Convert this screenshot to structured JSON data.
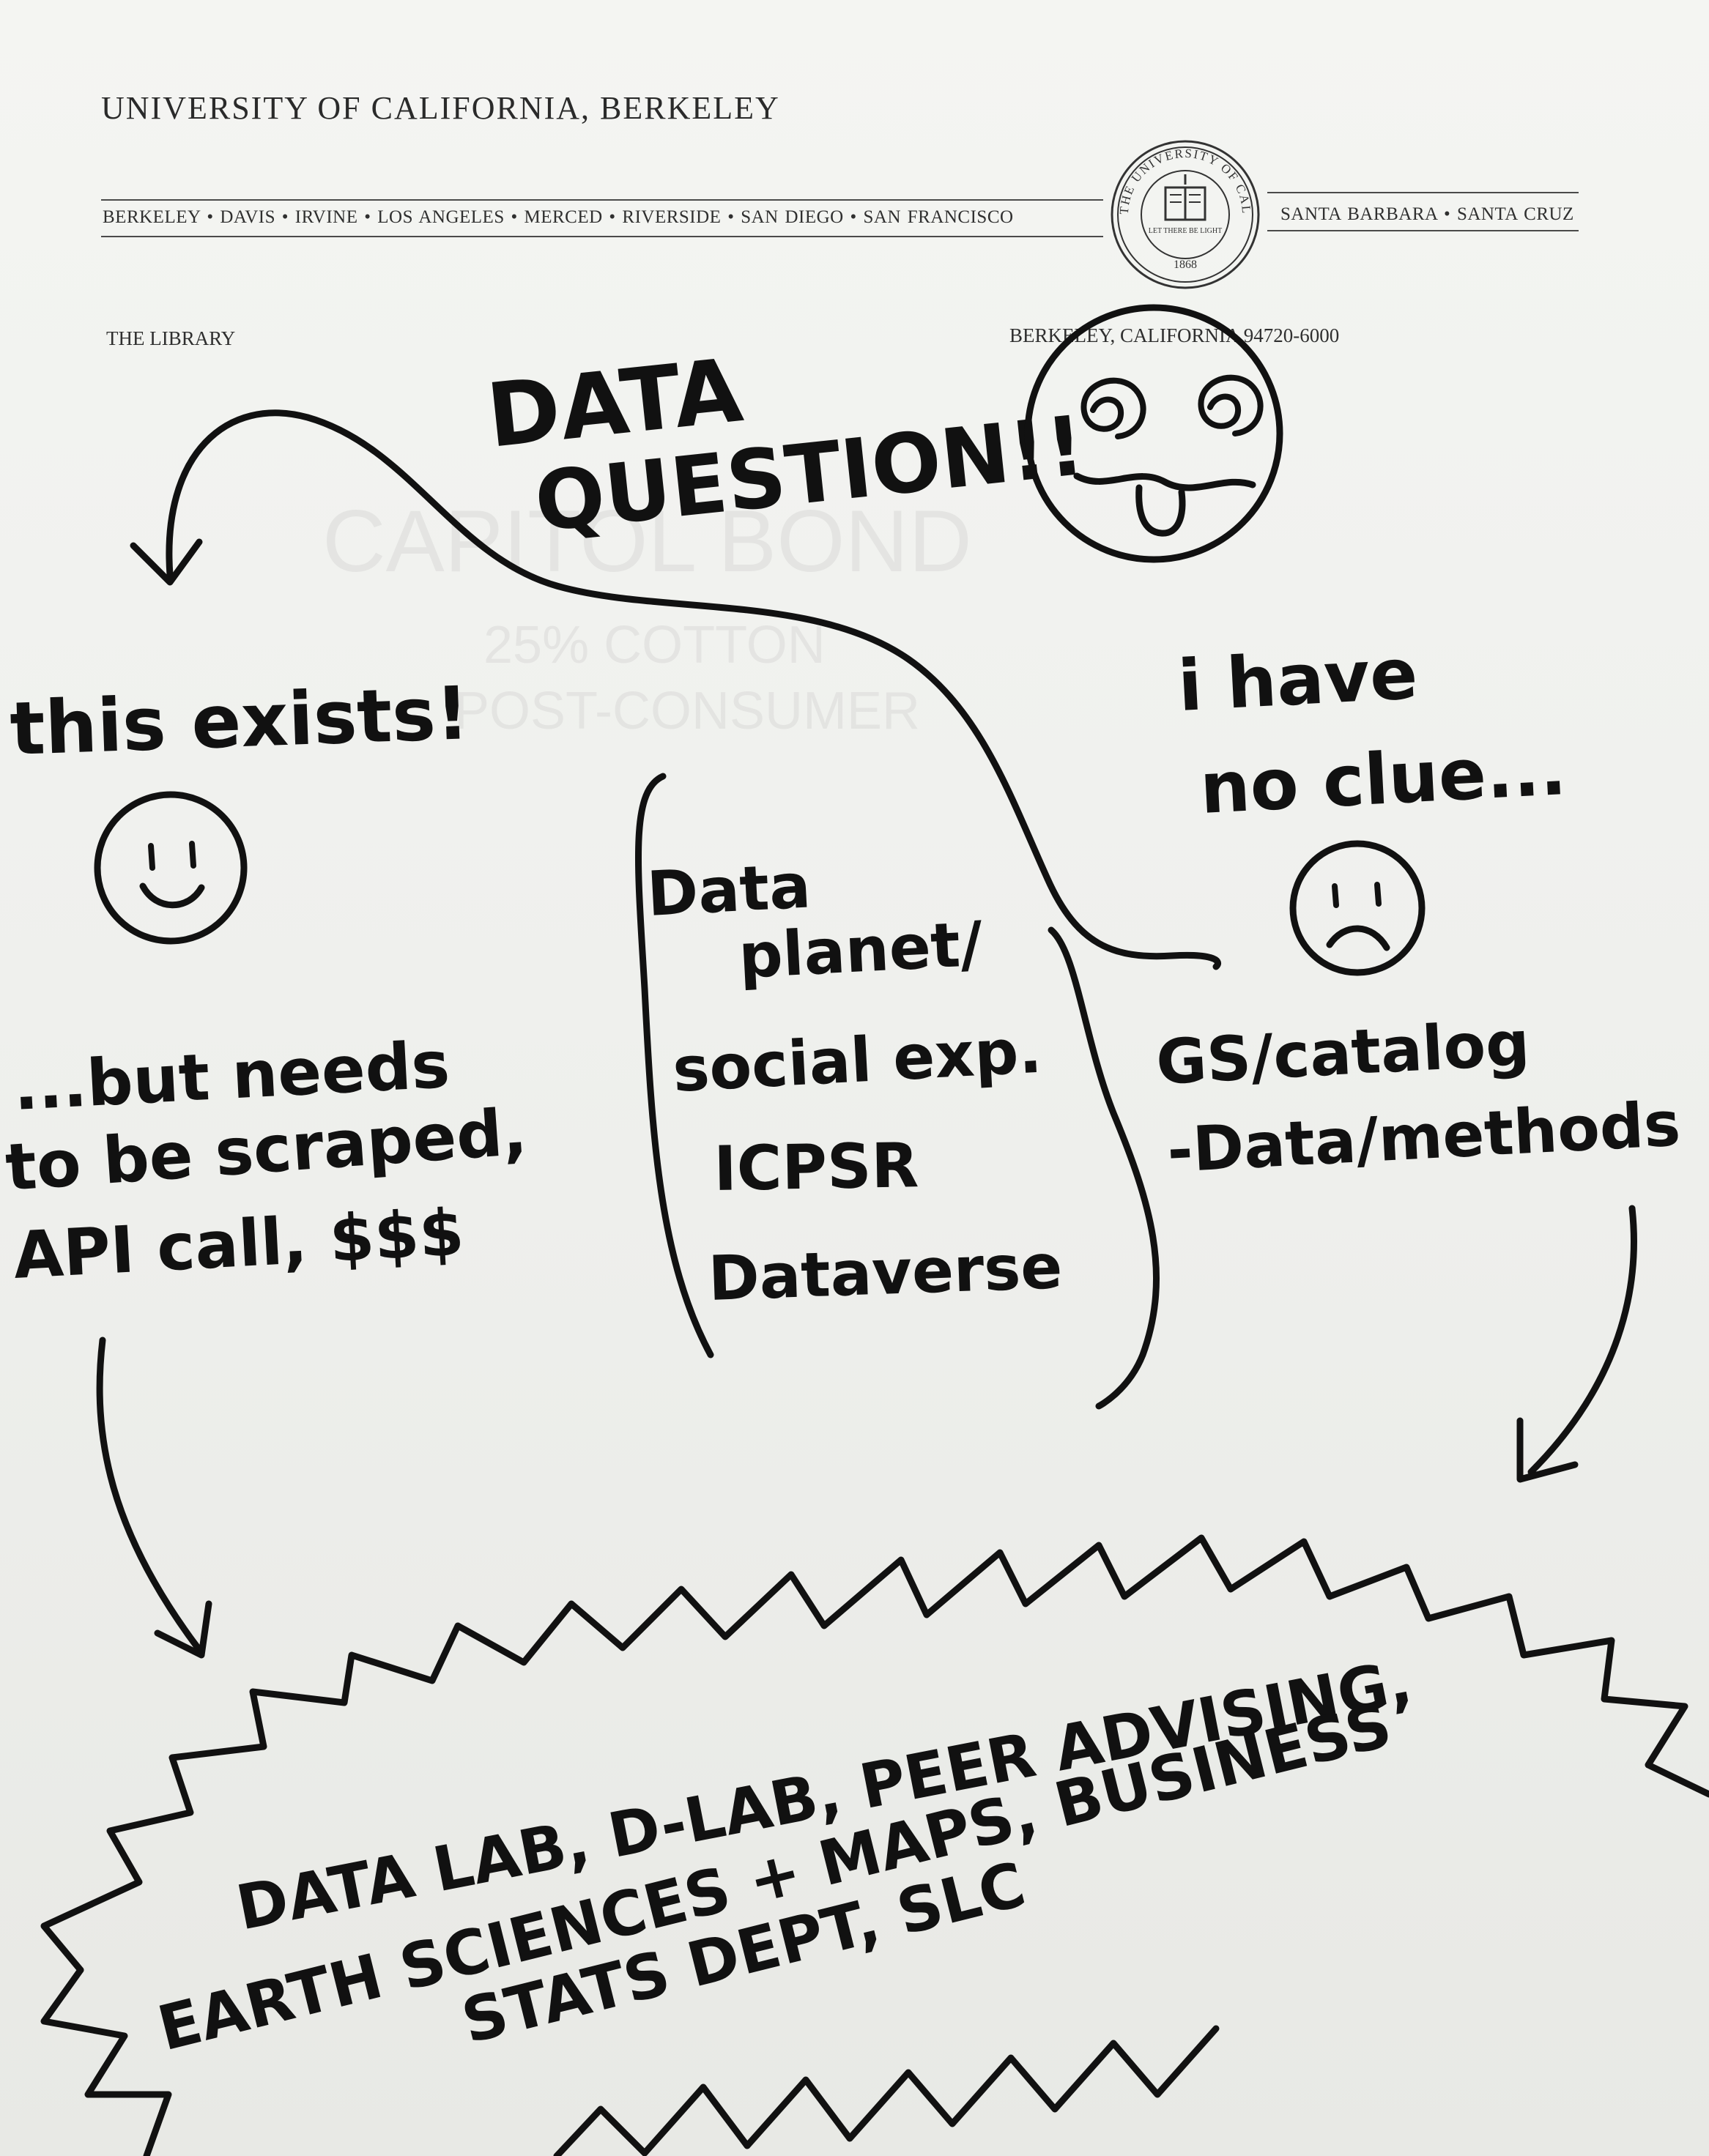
{
  "letterhead": {
    "university": "UNIVERSITY OF CALIFORNIA, BERKELEY",
    "campuses_left": "BERKELEY • DAVIS • IRVINE • LOS ANGELES • MERCED • RIVERSIDE • SAN DIEGO • SAN FRANCISCO",
    "campuses_right": "SANTA BARBARA • SANTA CRUZ",
    "department": "THE LIBRARY",
    "address": "BERKELEY, CALIFORNIA 94720-6000",
    "seal_text": "THE UNIVERSITY OF CALIFORNIA",
    "seal_motto": "LET THERE BE LIGHT",
    "seal_year": "1868"
  },
  "watermark": {
    "brand": "CAPITOL BOND",
    "line1": "25% COTTON",
    "line2": "POST-CONSUMER"
  },
  "notes": {
    "title_line1": "DATA",
    "title_line2": "QUESTION!!",
    "left_heading": "this exists!",
    "left_caveat_line1": "...but needs",
    "left_caveat_line2": "to be scraped,",
    "left_caveat_line3": "API call, $$$",
    "middle_line1": "Data",
    "middle_line2": "planet/",
    "middle_line3": "social exp.",
    "middle_line4": "ICPSR",
    "middle_line5": "Dataverse",
    "right_heading_line1": "i have",
    "right_heading_line2": "no clue...",
    "right_detail_line1": "GS/catalog",
    "right_detail_line2": "-Data/methods",
    "bottom_line1": "DATA LAB, D-LAB, PEER ADVISING,",
    "bottom_line2": "EARTH SCIENCES + MAPS, BUSINESS",
    "bottom_line3": "STATS DEPT, SLC"
  }
}
